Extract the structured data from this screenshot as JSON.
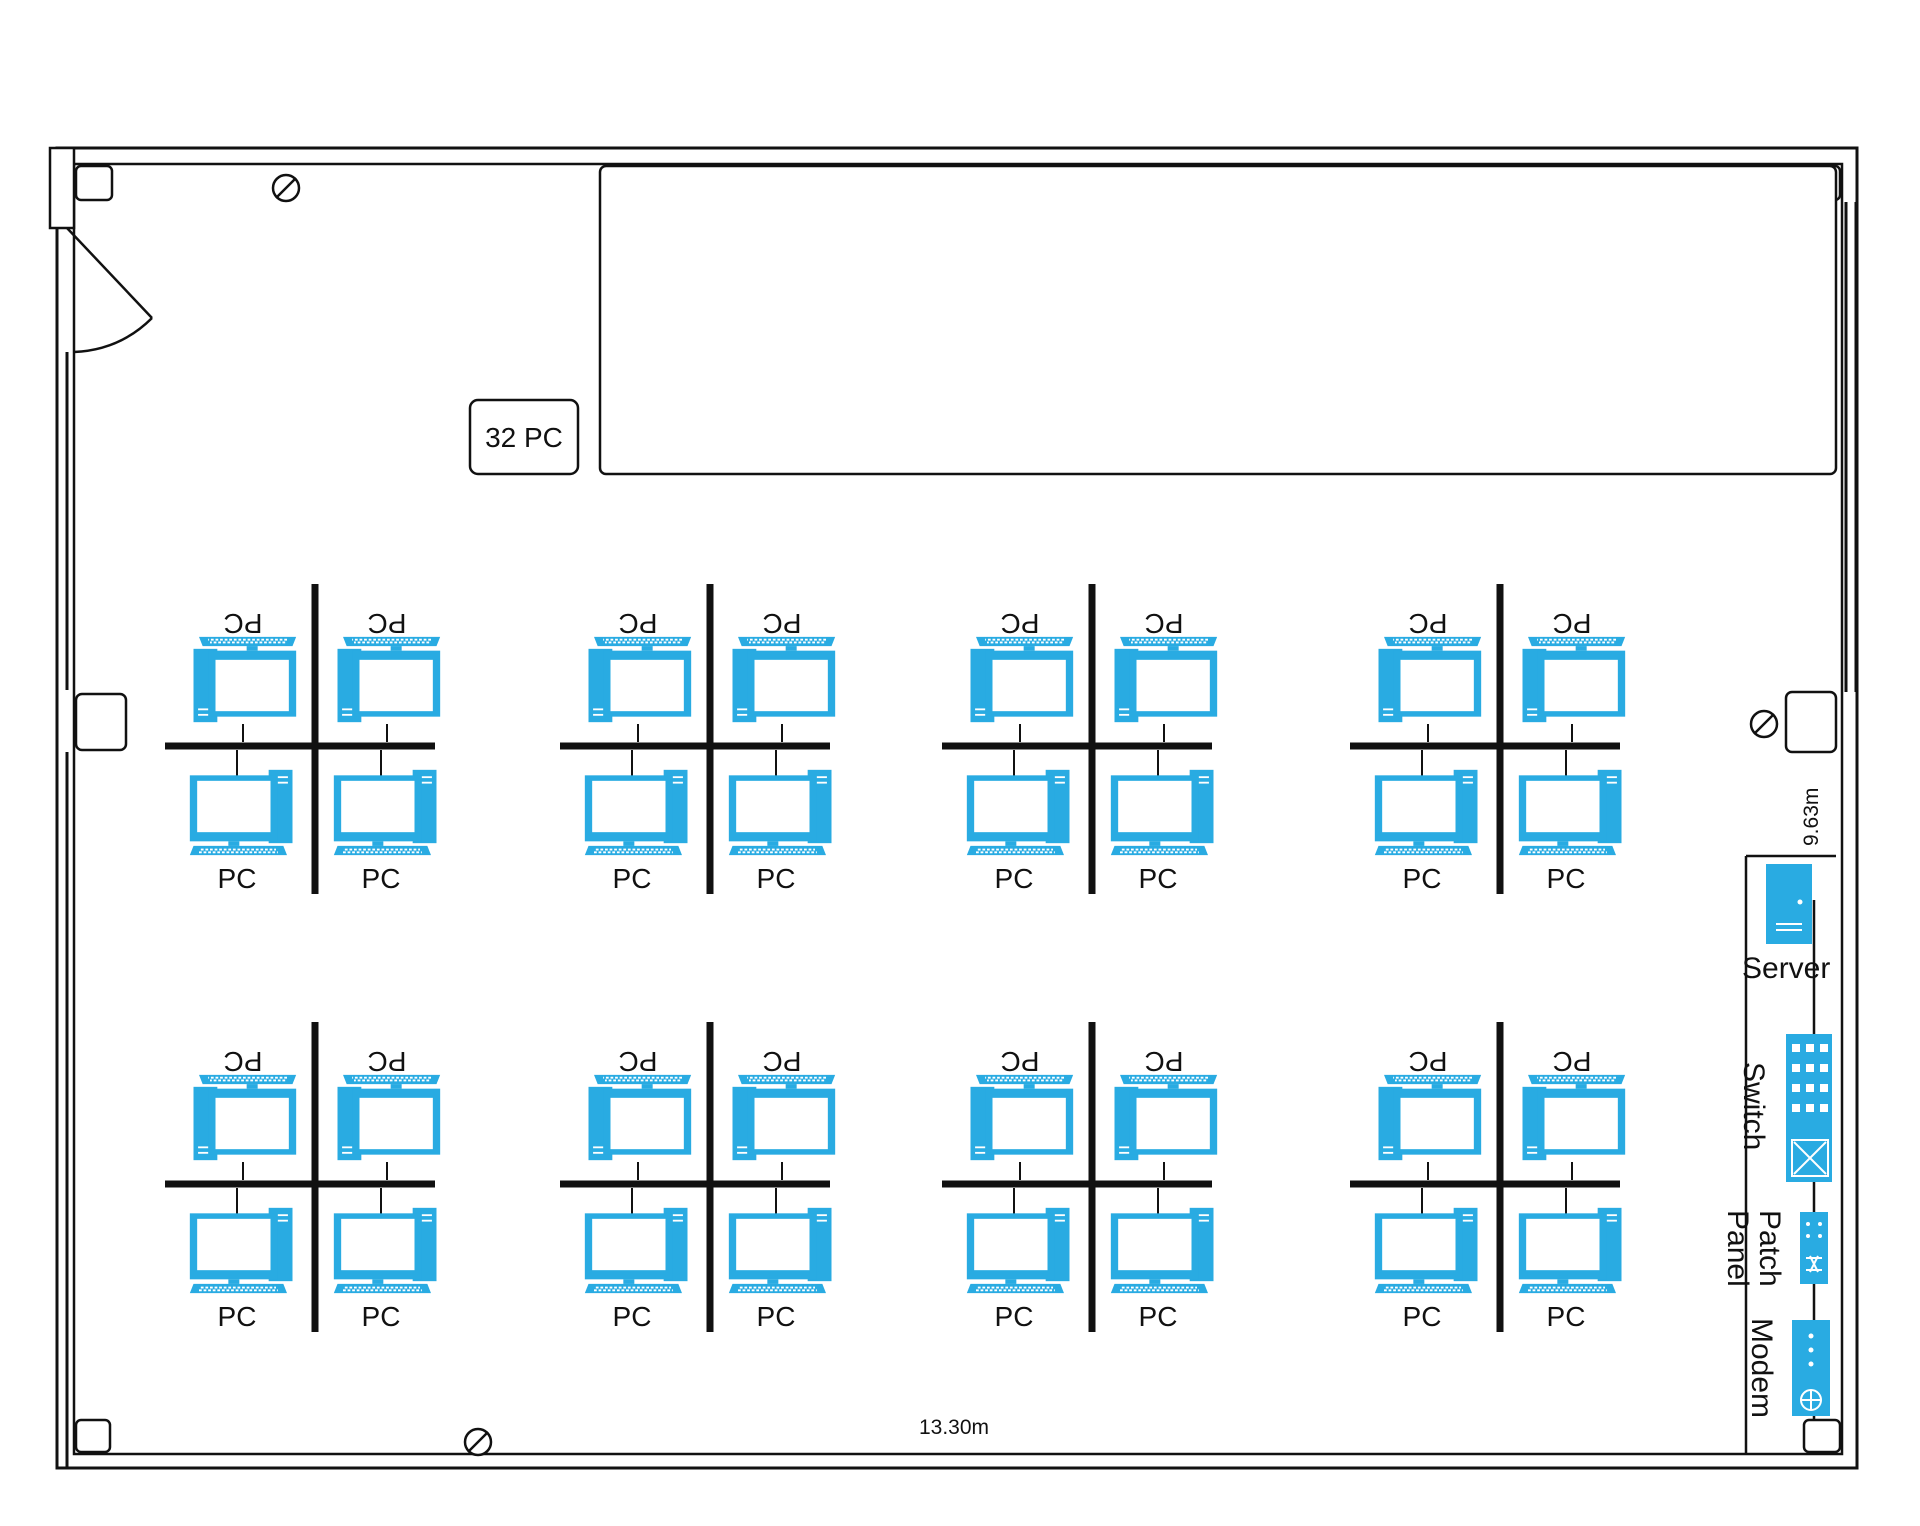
{
  "room": {
    "width_label": "13.30m",
    "height_label": "9.63m",
    "capacity_label": "32 PC"
  },
  "workstation": {
    "label": "PC"
  },
  "pod_rows": 2,
  "pod_cols": 4,
  "rack": {
    "server_label": "Server",
    "switch_label": "Switch",
    "patch_panel_label": "Patch\nPanel",
    "modem_label": "Modem"
  },
  "colors": {
    "device": "#29abe2",
    "device_light": "#ffffff",
    "wall": "#111111"
  },
  "icons": [
    "door-swing-icon",
    "power-outlet-icon",
    "computer-icon",
    "server-icon",
    "switch-icon",
    "patch-panel-icon",
    "modem-icon"
  ]
}
